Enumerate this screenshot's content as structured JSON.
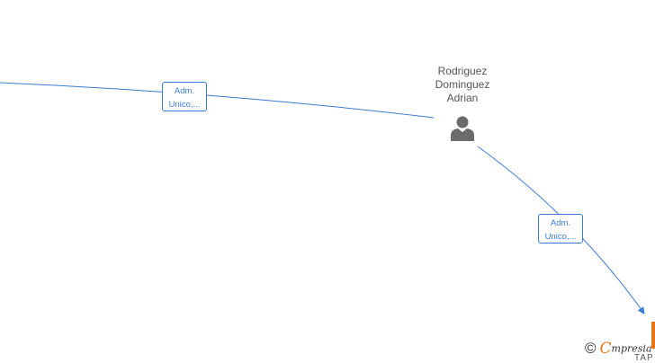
{
  "person": {
    "name_lines": [
      "Rodriguez",
      "Dominguez",
      "Adrian"
    ],
    "icon": "person-icon"
  },
  "relations": [
    {
      "role_lines": [
        "Adm.",
        "Unico,..."
      ]
    },
    {
      "role_lines": [
        "Adm.",
        "Unico,..."
      ]
    }
  ],
  "watermark": {
    "symbol": "©",
    "brand_initial": "C",
    "brand_rest": "mpresia",
    "sub": "TAP"
  },
  "colors": {
    "edge": "#3a7bd5",
    "text": "#555555",
    "icon": "#6b6b6b",
    "brand": "#e8731a"
  }
}
